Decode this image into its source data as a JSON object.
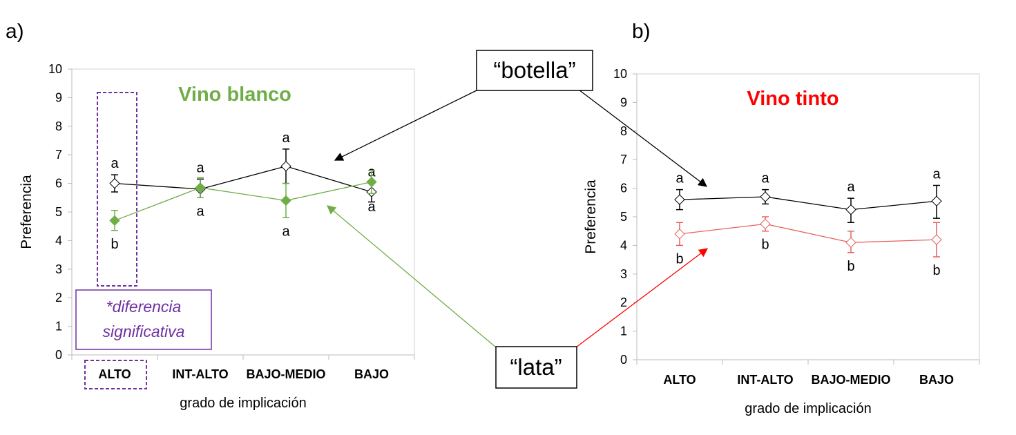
{
  "panel_labels": [
    "a)",
    "b)"
  ],
  "callouts": {
    "botella": "“botella”",
    "lata": "“lata”"
  },
  "annotation": {
    "line1": "*diferencia",
    "line2": "significativa"
  },
  "colors": {
    "botella": "#000000",
    "lata_blanco": "#70ad47",
    "lata_tinto": "#e8605e",
    "title_blanco": "#70ad47",
    "title_tinto": "#ff0000",
    "highlight": "#7030a0"
  },
  "chart_data": [
    {
      "type": "line",
      "title": "Vino blanco",
      "xlabel": "grado de implicación",
      "ylabel": "Preferencia",
      "ylim": [
        0,
        10
      ],
      "yticks": [
        "0",
        "1",
        "2",
        "3",
        "4",
        "5",
        "6",
        "7",
        "8",
        "9",
        "10"
      ],
      "categories": [
        "ALTO",
        "INT-ALTO",
        "BAJO-MEDIO",
        "BAJO"
      ],
      "series": [
        {
          "name": "botella",
          "values": [
            6.0,
            5.8,
            6.6,
            5.7
          ],
          "err_low": [
            5.7,
            5.5,
            6.0,
            5.35
          ],
          "err_high": [
            6.3,
            6.15,
            7.2,
            6.0
          ],
          "letters": [
            "a",
            "a",
            "a",
            "a"
          ],
          "letter_pos": "above"
        },
        {
          "name": "lata",
          "values": [
            4.7,
            5.85,
            5.4,
            6.05
          ],
          "err_low": [
            4.35,
            5.5,
            4.8,
            5.65
          ],
          "err_high": [
            5.05,
            6.2,
            6.0,
            6.45
          ],
          "letters": [
            "b",
            "a",
            "a",
            "a"
          ],
          "letter_pos": "below"
        }
      ]
    },
    {
      "type": "line",
      "title": "Vino tinto",
      "xlabel": "grado de implicación",
      "ylabel": "Preferencia",
      "ylim": [
        0,
        10
      ],
      "yticks": [
        "0",
        "1",
        "2",
        "3",
        "4",
        "5",
        "6",
        "7",
        "8",
        "9",
        "10"
      ],
      "categories": [
        "ALTO",
        "INT-ALTO",
        "BAJO-MEDIO",
        "BAJO"
      ],
      "series": [
        {
          "name": "botella",
          "values": [
            5.6,
            5.7,
            5.25,
            5.55
          ],
          "err_low": [
            5.25,
            5.45,
            4.8,
            4.95
          ],
          "err_high": [
            5.95,
            5.95,
            5.65,
            6.1
          ],
          "letters": [
            "a",
            "a",
            "a",
            "a"
          ],
          "letter_pos": "above"
        },
        {
          "name": "lata",
          "values": [
            4.4,
            4.75,
            4.1,
            4.2
          ],
          "err_low": [
            4.0,
            4.5,
            3.75,
            3.6
          ],
          "err_high": [
            4.8,
            5.0,
            4.5,
            4.8
          ],
          "letters": [
            "b",
            "b",
            "b",
            "b"
          ],
          "letter_pos": "below"
        }
      ]
    }
  ]
}
